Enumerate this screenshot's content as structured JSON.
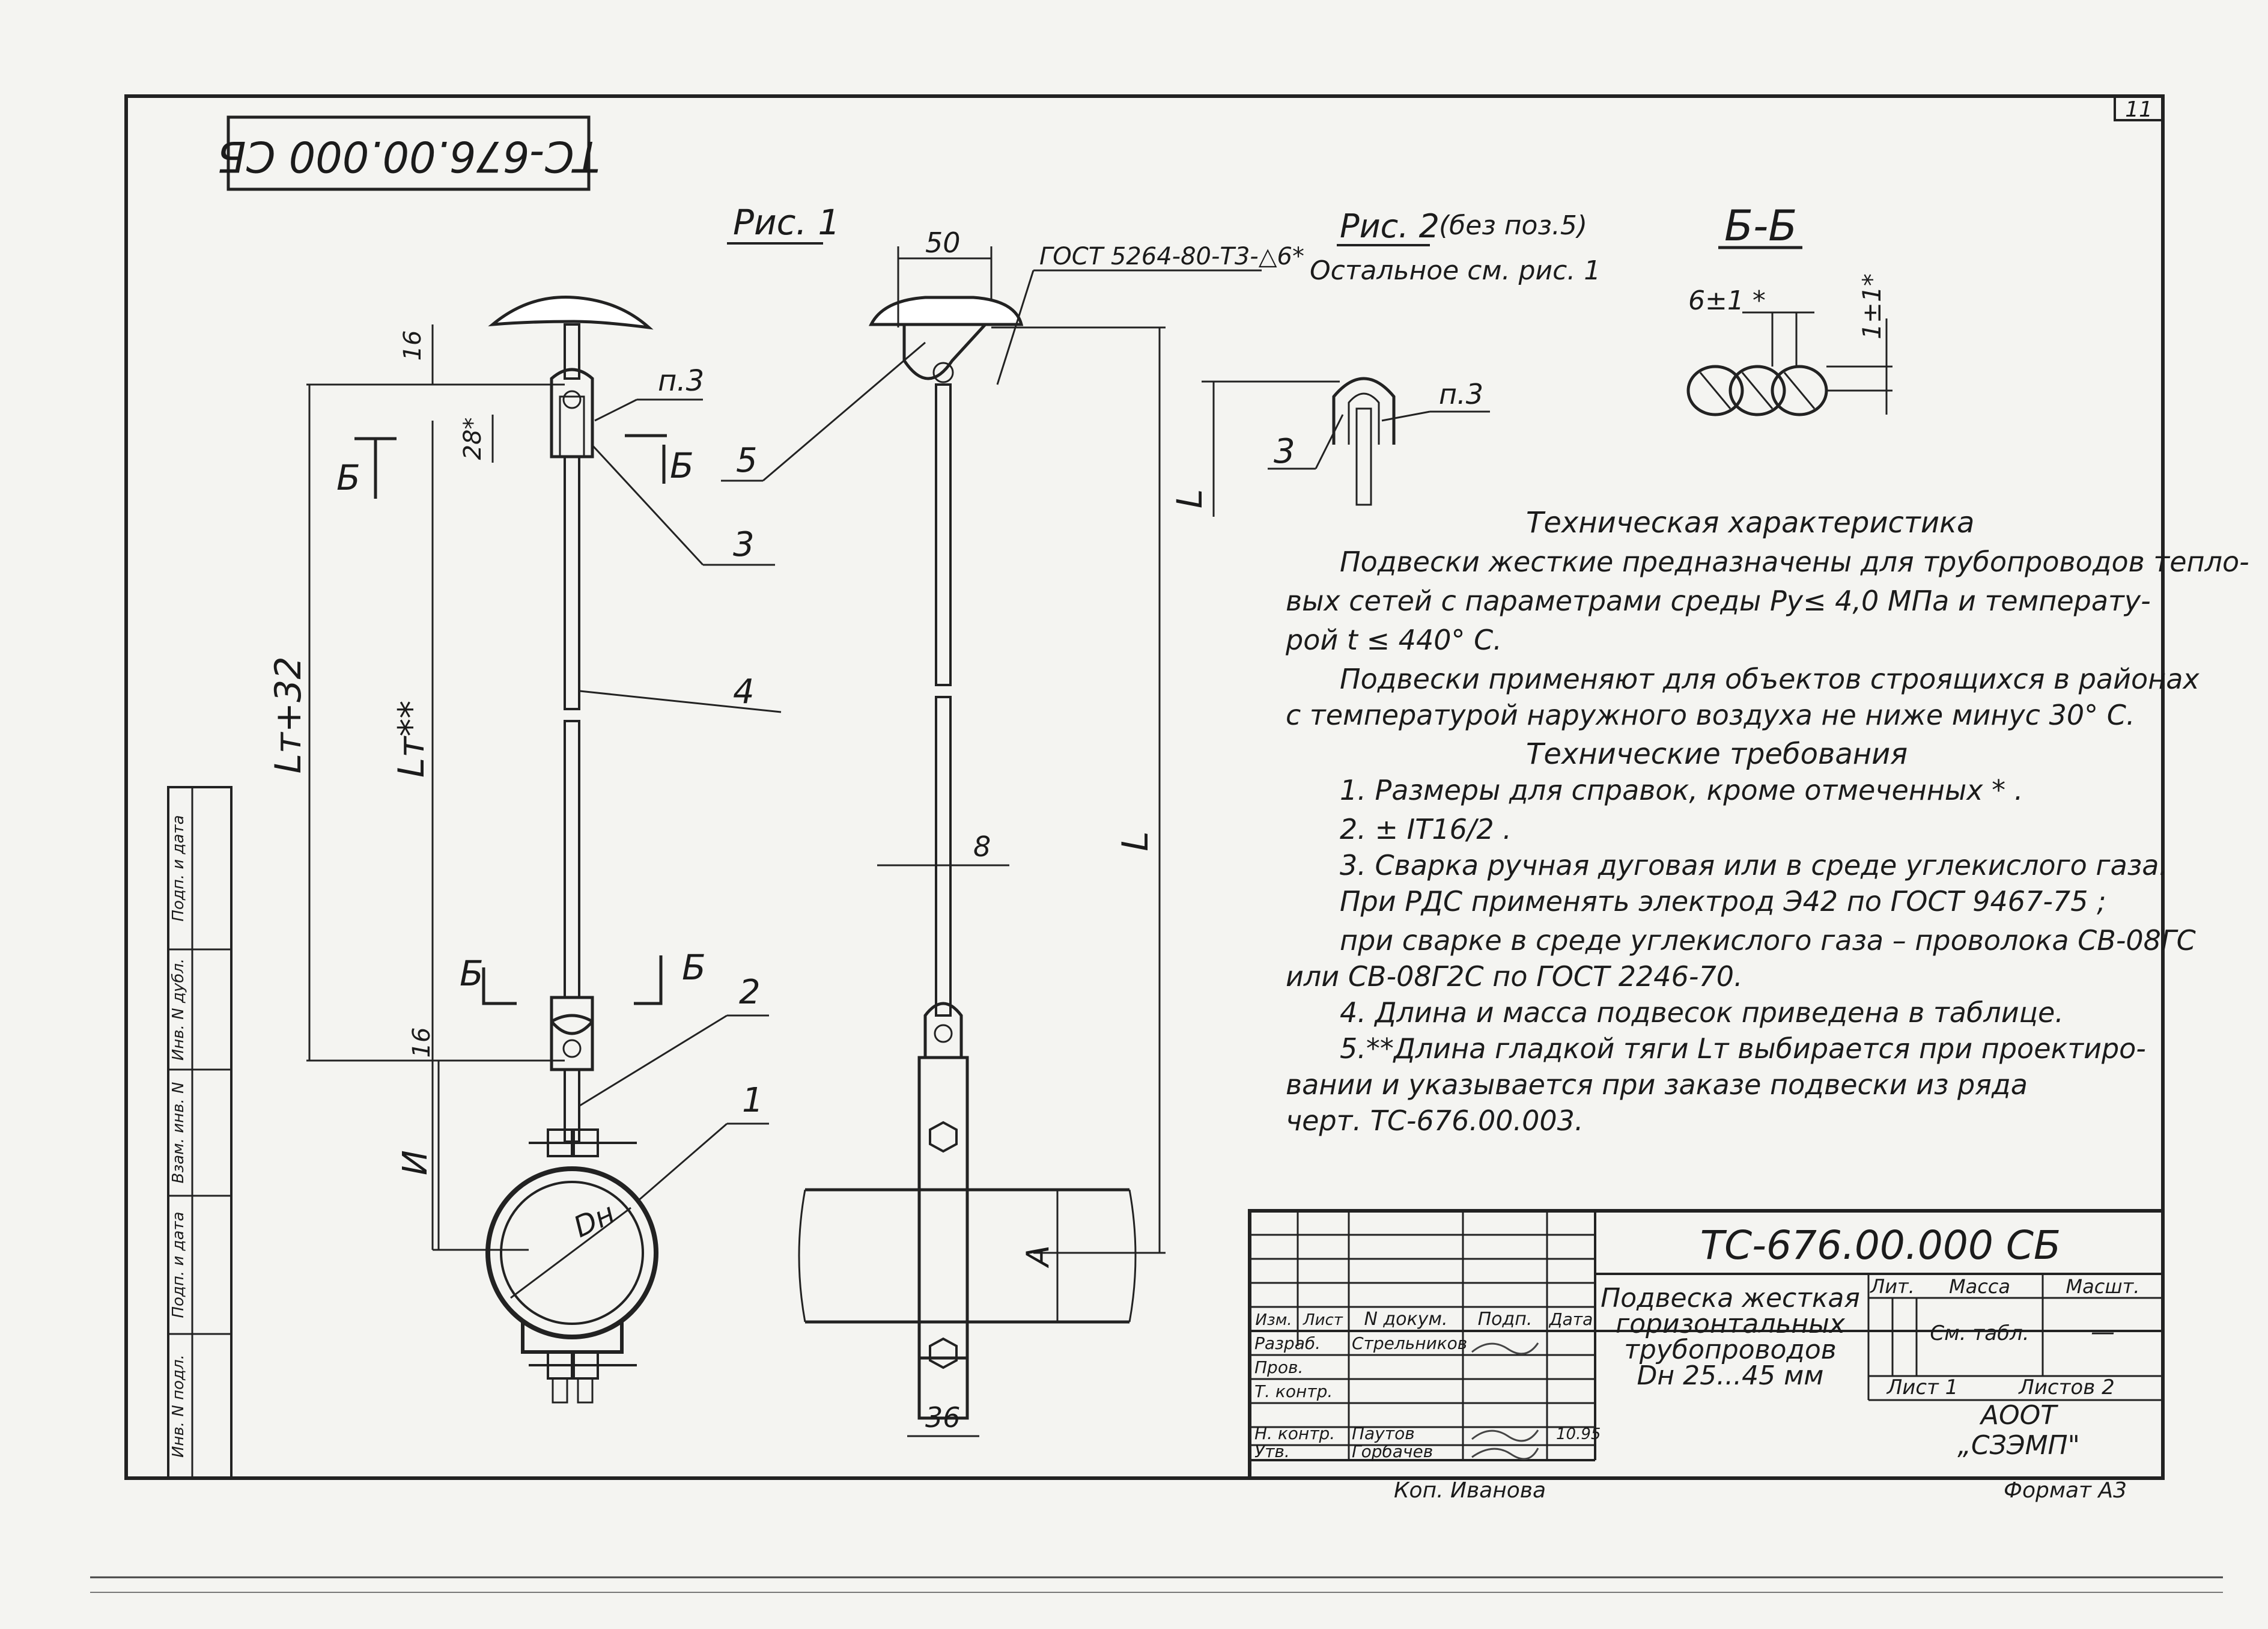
{
  "sheet": {
    "page_number": "11",
    "code_rotated": "ТС-676.00.000 СБ",
    "format": "Формат А3",
    "copied_by": "Коп. Иванова"
  },
  "figures": {
    "fig1_label": "Рис. 1",
    "fig2_label": "Рис. 2",
    "fig2_note": "(без поз.5)",
    "fig2_rest": "Остальное см. рис. 1",
    "section_label": "Б-Б"
  },
  "dimensions": {
    "d16_top": "16",
    "d28": "28*",
    "lt32": "Lт+32",
    "lt": "Lт**",
    "d16_bottom": "16",
    "h": "И",
    "dn": "Dн",
    "d50": "50",
    "weld": "ГОСТ 5264-80-Т3-△6*",
    "L": "L",
    "d8": "8",
    "A": "A",
    "d36": "36",
    "L2": "L",
    "s6": "6±1 *",
    "s1": "1±1*",
    "section_mark": "Б"
  },
  "callouts": {
    "p3": "п.3",
    "n1": "1",
    "n2": "2",
    "n3": "3",
    "n4": "4",
    "n5": "5",
    "f2_n3": "3",
    "f2_p3": "п.3"
  },
  "notes": {
    "tech_title": "Техническая характеристика",
    "tech_lines": [
      "Подвески жесткие предназначены для трубопроводов тепло-",
      "вых сетей с параметрами среды Py≤ 4,0 МПа и температу-",
      "рой t ≤ 440° С.",
      "Подвески применяют для объектов строящихся в районах",
      "с температурой наружного воздуха не ниже минус 30° С."
    ],
    "req_title": "Технические требования",
    "req_lines": [
      "1. Размеры для справок, кроме отмеченных * .",
      "2. ± IT16/2 .",
      "3. Сварка ручная дуговая или в среде углекислого газа.",
      "При РДС применять электрод Э42 по ГОСТ 9467-75 ;",
      "при сварке в среде углекислого газа – проволока СВ-08ГС",
      "или СВ-08Г2С по ГОСТ 2246-70.",
      "4. Длина и масса подвесок приведена в таблице.",
      "5.**Длина гладкой тяги Lт выбирается при проектиро-",
      "вании и указывается при заказе подвески из ряда",
      "черт. ТС-676.00.003."
    ]
  },
  "side_strip": [
    "Инв. N подл.",
    "Подп. и дата",
    "Взам. инв. N",
    "Инв. N дубл.",
    "Подп. и дата"
  ],
  "title_block": {
    "doc_code": "ТС-676.00.000 СБ",
    "title_lines": [
      "Подвеска жесткая",
      "горизонтальных",
      "трубопроводов",
      "Dн 25...45 мм"
    ],
    "col_headers": [
      "Изм.",
      "Лист",
      "N докум.",
      "Подп.",
      "Дата"
    ],
    "roles": [
      "Разраб.",
      "Пров.",
      "Т. контр.",
      "",
      "Н. контр.",
      "Утв."
    ],
    "names": [
      "Стрельников",
      "",
      "",
      "",
      "Паутов",
      "Горбачев"
    ],
    "dates": [
      "",
      "",
      "",
      "",
      "10.95",
      ""
    ],
    "lit_label": "Лит.",
    "mass_label": "Масса",
    "scale_label": "Масшт.",
    "mass_value": "См. табл.",
    "scale_value": "—",
    "sheet_label": "Лист 1",
    "sheets_label": "Листов 2",
    "org": "АООТ",
    "org2": "„СЗЭМП\""
  }
}
